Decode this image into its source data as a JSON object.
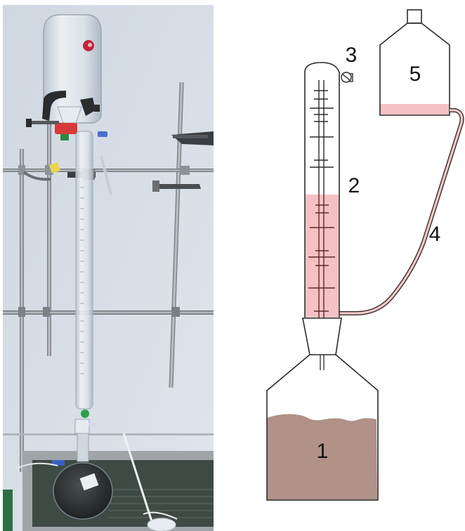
{
  "figure": {
    "left_panel": {
      "type": "photograph",
      "description": "Laboratory setup: inverted glass reservoir with red stopper held by clamps above a long graduated glass burette connected to a round-bottom flask sitting in a metal tray; metal stand rods and cross bars against a light wall"
    },
    "right_panel": {
      "type": "schematic",
      "labels": [
        {
          "id": "1",
          "text": "1",
          "component": "soil-sample-bottle"
        },
        {
          "id": "2",
          "text": "2",
          "component": "graduated-burette"
        },
        {
          "id": "3",
          "text": "3",
          "component": "valve"
        },
        {
          "id": "4",
          "text": "4",
          "component": "connecting-tube"
        },
        {
          "id": "5",
          "text": "5",
          "component": "liquid-reservoir"
        }
      ]
    },
    "colors": {
      "liquid": "#f6c1c4",
      "tube_liquid": "#f3c9c9",
      "soil": "#b09288",
      "outline": "#2b2b2b",
      "burette_lines": "#5a2a2a",
      "photo_wall": "#d2d9e2"
    }
  }
}
